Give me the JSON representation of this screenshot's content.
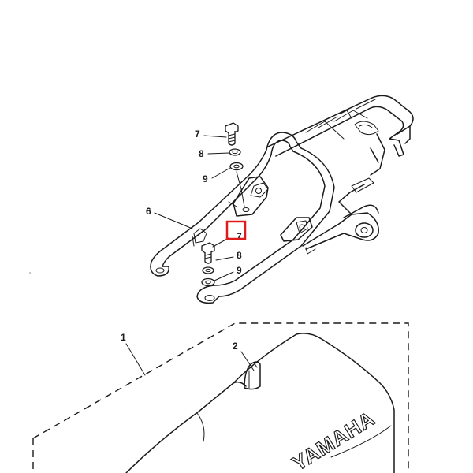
{
  "diagram": {
    "callouts": {
      "seat": "1",
      "seat_lock": "2",
      "grab_bar": "6",
      "bolt_upper": "7",
      "bolt_lower": "7",
      "lock_washer_upper": "8",
      "lock_washer_lower": "8",
      "washer_upper": "9",
      "washer_lower": "9"
    },
    "seat_logo": "YAMAHA",
    "highlight_color": "#e01b1b",
    "line_color": "#1a1a1a"
  }
}
